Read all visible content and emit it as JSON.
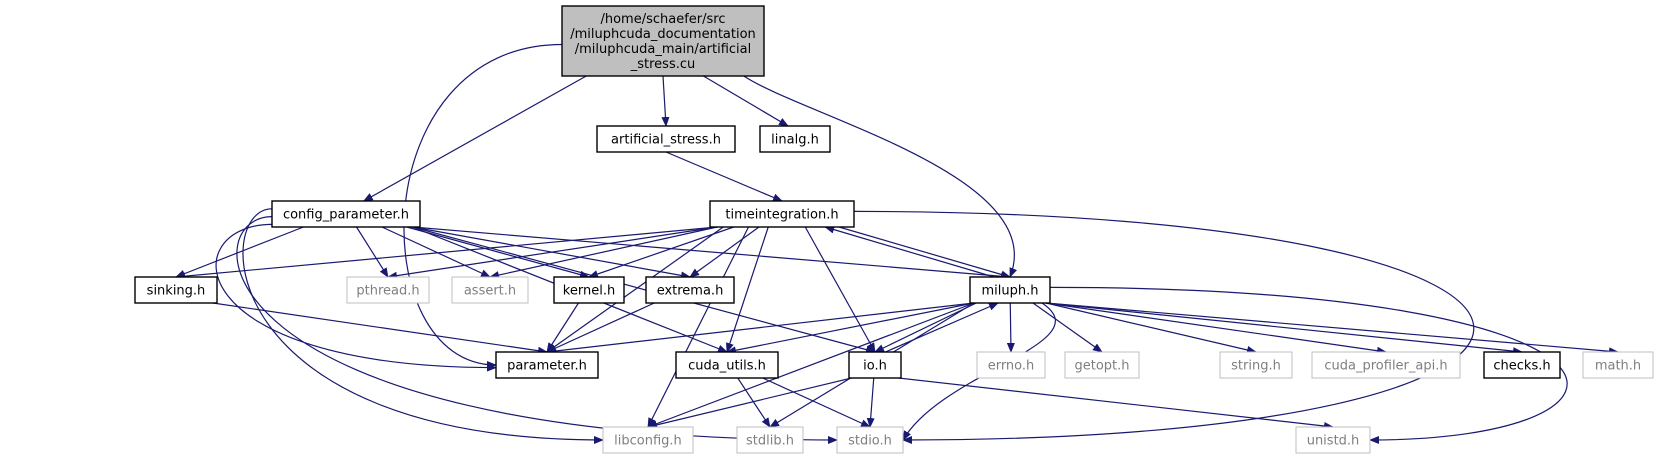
{
  "colors": {
    "edge": "#191970",
    "root_fill": "#bfbfbf",
    "node_stroke": "#000000",
    "node_text": "#000000",
    "external_stroke": "#bfbfbf",
    "external_text": "#7f7f7f"
  },
  "nodes": [
    {
      "id": "root",
      "lines": [
        "/home/schaefer/src",
        "/miluphcuda_documentation",
        "/miluphcuda_main/artificial",
        "_stress.cu"
      ],
      "kind": "root"
    },
    {
      "id": "artificial_stress_h",
      "lines": [
        "artificial_stress.h"
      ],
      "kind": "local"
    },
    {
      "id": "linalg_h",
      "lines": [
        "linalg.h"
      ],
      "kind": "local"
    },
    {
      "id": "config_parameter_h",
      "lines": [
        "config_parameter.h"
      ],
      "kind": "local"
    },
    {
      "id": "timeintegration_h",
      "lines": [
        "timeintegration.h"
      ],
      "kind": "local"
    },
    {
      "id": "sinking_h",
      "lines": [
        "sinking.h"
      ],
      "kind": "local"
    },
    {
      "id": "pthread_h",
      "lines": [
        "pthread.h"
      ],
      "kind": "external"
    },
    {
      "id": "assert_h",
      "lines": [
        "assert.h"
      ],
      "kind": "external"
    },
    {
      "id": "kernel_h",
      "lines": [
        "kernel.h"
      ],
      "kind": "local"
    },
    {
      "id": "extrema_h",
      "lines": [
        "extrema.h"
      ],
      "kind": "local"
    },
    {
      "id": "miluph_h",
      "lines": [
        "miluph.h"
      ],
      "kind": "local"
    },
    {
      "id": "parameter_h",
      "lines": [
        "parameter.h"
      ],
      "kind": "local"
    },
    {
      "id": "cuda_utils_h",
      "lines": [
        "cuda_utils.h"
      ],
      "kind": "local"
    },
    {
      "id": "io_h",
      "lines": [
        "io.h"
      ],
      "kind": "local"
    },
    {
      "id": "errno_h",
      "lines": [
        "errno.h"
      ],
      "kind": "external"
    },
    {
      "id": "getopt_h",
      "lines": [
        "getopt.h"
      ],
      "kind": "external"
    },
    {
      "id": "string_h",
      "lines": [
        "string.h"
      ],
      "kind": "external"
    },
    {
      "id": "cuda_profiler_api_h",
      "lines": [
        "cuda_profiler_api.h"
      ],
      "kind": "external"
    },
    {
      "id": "checks_h",
      "lines": [
        "checks.h"
      ],
      "kind": "local"
    },
    {
      "id": "math_h",
      "lines": [
        "math.h"
      ],
      "kind": "external"
    },
    {
      "id": "libconfig_h",
      "lines": [
        "libconfig.h"
      ],
      "kind": "external"
    },
    {
      "id": "stdlib_h",
      "lines": [
        "stdlib.h"
      ],
      "kind": "external"
    },
    {
      "id": "stdio_h",
      "lines": [
        "stdio.h"
      ],
      "kind": "external"
    },
    {
      "id": "unistd_h",
      "lines": [
        "unistd.h"
      ],
      "kind": "external"
    }
  ],
  "edges": [
    {
      "from": "root",
      "to": "artificial_stress_h"
    },
    {
      "from": "root",
      "to": "linalg_h"
    },
    {
      "from": "root",
      "to": "config_parameter_h"
    },
    {
      "from": "root",
      "to": "miluph_h"
    },
    {
      "from": "root",
      "to": "parameter_h"
    },
    {
      "from": "artificial_stress_h",
      "to": "timeintegration_h"
    },
    {
      "from": "config_parameter_h",
      "to": "sinking_h"
    },
    {
      "from": "config_parameter_h",
      "to": "pthread_h"
    },
    {
      "from": "config_parameter_h",
      "to": "assert_h"
    },
    {
      "from": "config_parameter_h",
      "to": "kernel_h"
    },
    {
      "from": "config_parameter_h",
      "to": "extrema_h"
    },
    {
      "from": "config_parameter_h",
      "to": "miluph_h"
    },
    {
      "from": "config_parameter_h",
      "to": "parameter_h"
    },
    {
      "from": "config_parameter_h",
      "to": "cuda_utils_h"
    },
    {
      "from": "config_parameter_h",
      "to": "io_h"
    },
    {
      "from": "config_parameter_h",
      "to": "libconfig_h"
    },
    {
      "from": "config_parameter_h",
      "to": "stdio_h"
    },
    {
      "from": "timeintegration_h",
      "to": "sinking_h"
    },
    {
      "from": "timeintegration_h",
      "to": "pthread_h"
    },
    {
      "from": "timeintegration_h",
      "to": "assert_h"
    },
    {
      "from": "timeintegration_h",
      "to": "kernel_h"
    },
    {
      "from": "timeintegration_h",
      "to": "extrema_h"
    },
    {
      "from": "timeintegration_h",
      "to": "miluph_h"
    },
    {
      "from": "timeintegration_h",
      "to": "parameter_h"
    },
    {
      "from": "timeintegration_h",
      "to": "cuda_utils_h"
    },
    {
      "from": "timeintegration_h",
      "to": "io_h"
    },
    {
      "from": "timeintegration_h",
      "to": "libconfig_h"
    },
    {
      "from": "timeintegration_h",
      "to": "stdio_h"
    },
    {
      "from": "sinking_h",
      "to": "parameter_h"
    },
    {
      "from": "kernel_h",
      "to": "parameter_h"
    },
    {
      "from": "extrema_h",
      "to": "parameter_h"
    },
    {
      "from": "miluph_h",
      "to": "timeintegration_h"
    },
    {
      "from": "miluph_h",
      "to": "parameter_h"
    },
    {
      "from": "miluph_h",
      "to": "cuda_utils_h"
    },
    {
      "from": "miluph_h",
      "to": "io_h"
    },
    {
      "from": "miluph_h",
      "to": "errno_h"
    },
    {
      "from": "miluph_h",
      "to": "getopt_h"
    },
    {
      "from": "miluph_h",
      "to": "string_h"
    },
    {
      "from": "miluph_h",
      "to": "cuda_profiler_api_h"
    },
    {
      "from": "miluph_h",
      "to": "checks_h"
    },
    {
      "from": "miluph_h",
      "to": "math_h"
    },
    {
      "from": "miluph_h",
      "to": "libconfig_h"
    },
    {
      "from": "miluph_h",
      "to": "stdlib_h"
    },
    {
      "from": "miluph_h",
      "to": "stdio_h"
    },
    {
      "from": "miluph_h",
      "to": "unistd_h"
    },
    {
      "from": "cuda_utils_h",
      "to": "stdlib_h"
    },
    {
      "from": "cuda_utils_h",
      "to": "stdio_h"
    },
    {
      "from": "io_h",
      "to": "miluph_h"
    },
    {
      "from": "io_h",
      "to": "libconfig_h"
    },
    {
      "from": "io_h",
      "to": "stdio_h"
    },
    {
      "from": "io_h",
      "to": "unistd_h"
    }
  ]
}
